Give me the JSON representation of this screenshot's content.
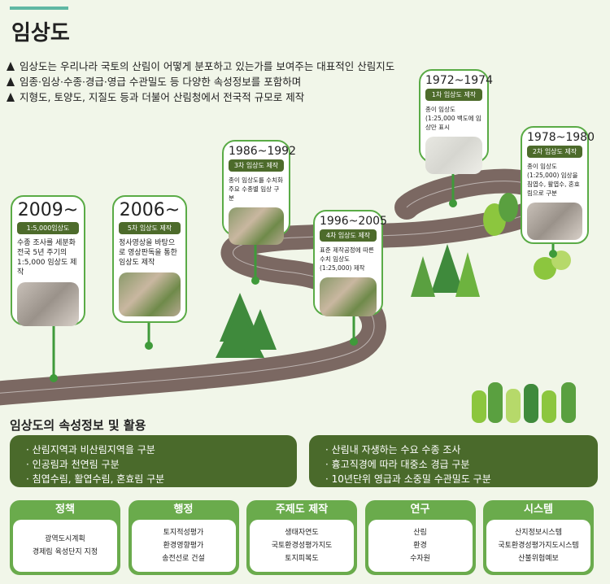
{
  "title": "임상도",
  "intro": [
    "임상도는 우리나라 국토의 산림이 어떻게 분포하고 있는가를 보여주는 대표적인 산림지도",
    "임종·임상·수종·경급·영급 수관밀도 등 다양한 속성정보를 포함하며",
    "지형도, 토양도, 지질도 등과  더불어 산림청에서 전국적 규모로 제작"
  ],
  "timeline": [
    {
      "year": "2009~",
      "tag": "1:5,000임상도",
      "desc": "수종 조사를 세분화 전국 5년 주기의 1:5,000 임상도 제작"
    },
    {
      "year": "2006~",
      "tag": "5차 임상도 제작",
      "desc": "정사영상을 바탕으로 영상판독을 통한 임상도 제작"
    },
    {
      "year": "1986~1992",
      "tag": "3차 임상도 제작",
      "desc": "종이 임상도를 수치화 주요 수종별 임상 구분"
    },
    {
      "year": "1996~2005",
      "tag": "4차 임상도 제작",
      "desc": "표준 제작공정에 따른 수치 임상도(1:25,000) 제작"
    },
    {
      "year": "1972~1974",
      "tag": "1차 임상도 제작",
      "desc": "종이 임상도(1:25,000 백도에 임상만 표시"
    },
    {
      "year": "1978~1980",
      "tag": "2차 임상도 제작",
      "desc": "종이 임상도(1:25,000) 임상을 침엽수, 활엽수, 혼효림으로 구분"
    }
  ],
  "attributes": {
    "heading": "임상도의 속성정보 및 활용",
    "left": [
      "· 산림지역과 비산림지역을 구분",
      "· 인공림과 천연림 구분",
      "· 침엽수림, 활엽수림, 혼효림 구분"
    ],
    "right": [
      "· 산림내 자생하는 수요 수종 조사",
      "· 흉고직경에 따라 대중소 경급 구분",
      "· 10년단위 영급과 소중밀 수관밀도 구분"
    ]
  },
  "uses": [
    {
      "title": "정책",
      "items": [
        "광역도시계획",
        "경제림 육성단지 지정"
      ]
    },
    {
      "title": "행정",
      "items": [
        "토지적성평가",
        "환경영향평가",
        "송전선로 건설"
      ]
    },
    {
      "title": "주제도 제작",
      "items": [
        "생태자연도",
        "국토환경성평가지도",
        "토지피복도"
      ]
    },
    {
      "title": "연구",
      "items": [
        "산림",
        "환경",
        "수자원"
      ]
    },
    {
      "title": "시스템",
      "items": [
        "산지정보시스템",
        "국토환경성평가지도시스템",
        "산불위험예보"
      ]
    }
  ],
  "colors": {
    "dark_green": "#4a6a2b",
    "green": "#6aab4c",
    "road": "#7b6862",
    "accent": "#5fb8a3"
  }
}
